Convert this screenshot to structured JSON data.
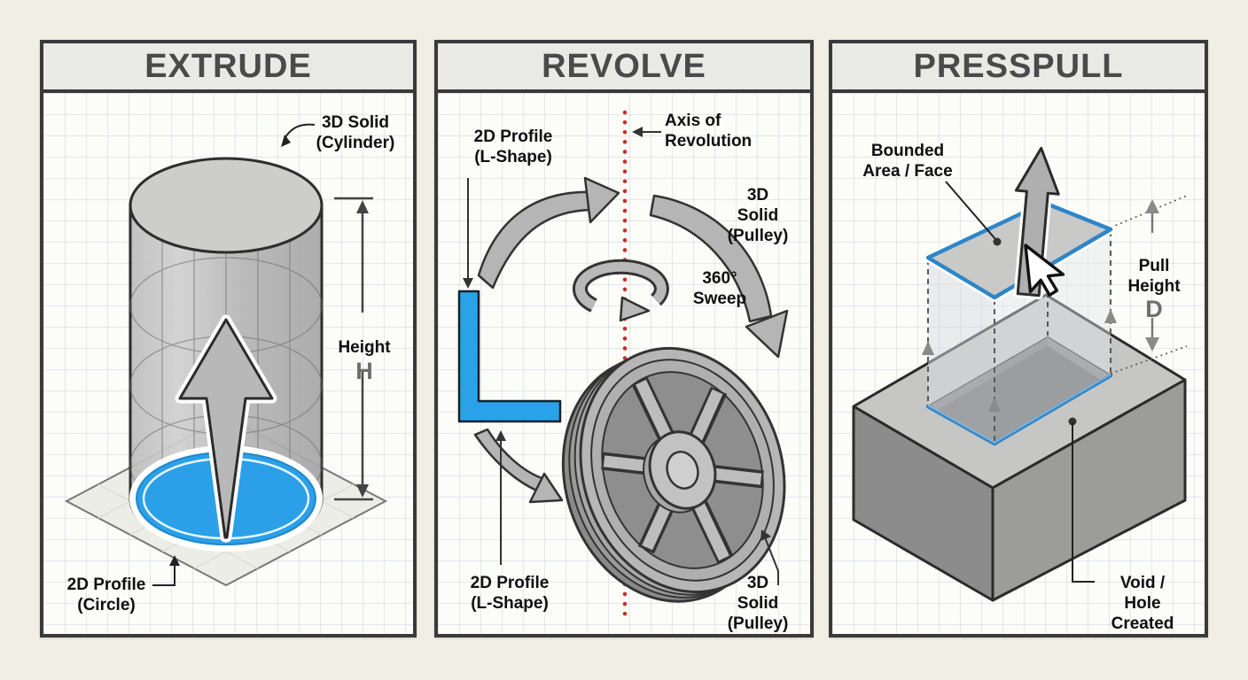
{
  "colors": {
    "canvas_bg": "#F1EFE3",
    "panel_border": "#3A3A3A",
    "header_bg": "#E9E9E6",
    "header_text": "#4A4A4A",
    "accent_blue": "#2BA0E8",
    "face_edge_blue": "#2E86C8",
    "axis_red": "#C4302B",
    "solid_gray": "#B6B6B6",
    "dim_gray": "#6E6E6E"
  },
  "panels": {
    "extrude": {
      "title": "EXTRUDE",
      "labels": {
        "solid": "3D Solid\n(Cylinder)",
        "height_word": "Height",
        "height_letter": "H",
        "profile": "2D Profile\n(Circle)"
      }
    },
    "revolve": {
      "title": "REVOLVE",
      "labels": {
        "profile_top": "2D Profile\n(L-Shape)",
        "axis": "Axis of\nRevolution",
        "solid_top": "3D Solid\n(Pulley)",
        "sweep": "360°\nSweep",
        "profile_bottom": "2D Profile\n(L-Shape)",
        "solid_bottom": "3D Solid\n(Pulley)"
      }
    },
    "presspull": {
      "title": "PRESSPULL",
      "labels": {
        "bounded": "Bounded\nArea / Face",
        "pull": "Pull\nHeight",
        "pull_letter": "D",
        "void": "Void / Hole\nCreated"
      }
    }
  }
}
